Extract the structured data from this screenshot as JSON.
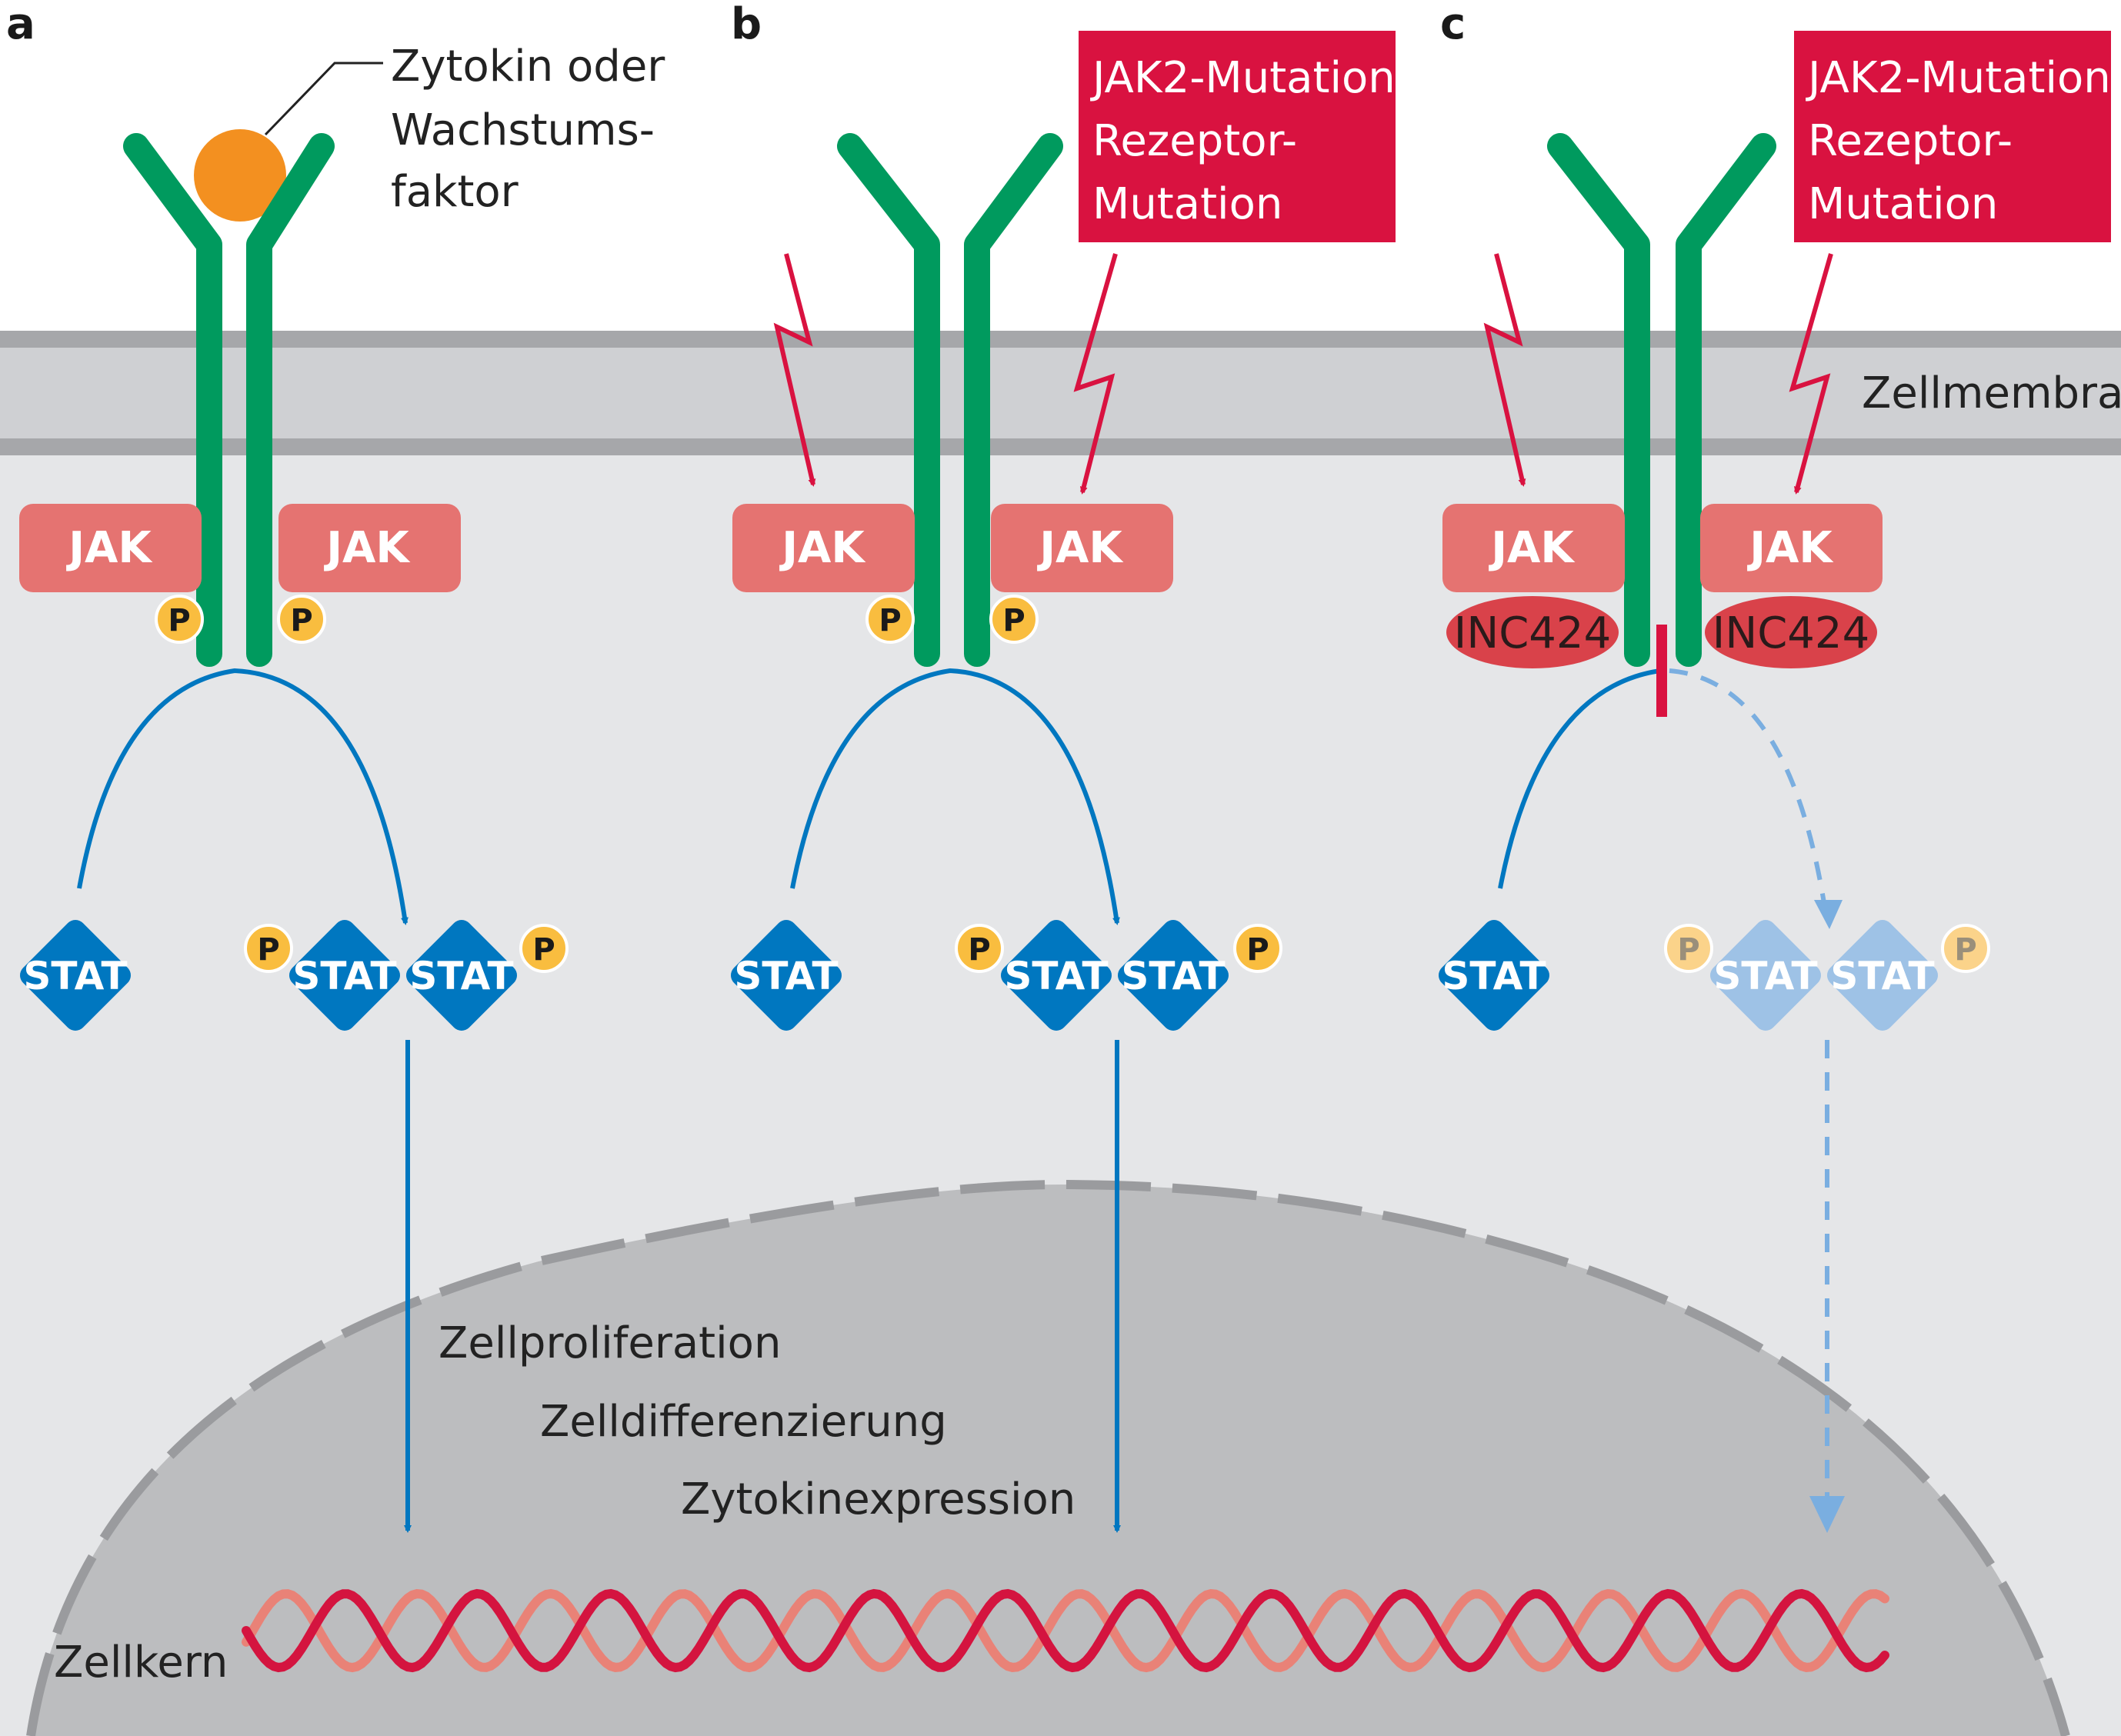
{
  "panels": [
    {
      "letter": "a",
      "jak_label": "JAK",
      "stat_label": "STAT",
      "p_label": "P"
    },
    {
      "letter": "b",
      "jak_label": "JAK",
      "stat_label": "STAT",
      "p_label": "P",
      "mutation_lines": [
        "JAK2-Mutation",
        "Rezeptor-",
        "Mutation"
      ]
    },
    {
      "letter": "c",
      "jak_label": "JAK",
      "stat_label": "STAT",
      "p_label": "P",
      "inhibitor_label": "INC424",
      "mutation_lines": [
        "JAK2-Mutation",
        "Rezeptor-",
        "Mutation"
      ]
    }
  ],
  "ligand_label_lines": [
    "Zytokin oder",
    "Wachstums-",
    "faktor"
  ],
  "membrane_label": "Zellmembran",
  "nucleus_label": "Zellkern",
  "outcomes": [
    "Zellproliferation",
    "Zelldifferenzierung",
    "Zytokinexpression"
  ],
  "colors": {
    "receptor": "#009a5e",
    "ligand": "#f39020",
    "jak": "#e57371",
    "inhibitor": "#d9424a",
    "stat": "#0077c0",
    "stat_faded": "#9ec2e6",
    "phosphate": "#f9bd3f",
    "mutation": "#d91240",
    "arrow": "#0077c0",
    "dna_dark": "#d4143f",
    "dna_light": "#e98277"
  }
}
